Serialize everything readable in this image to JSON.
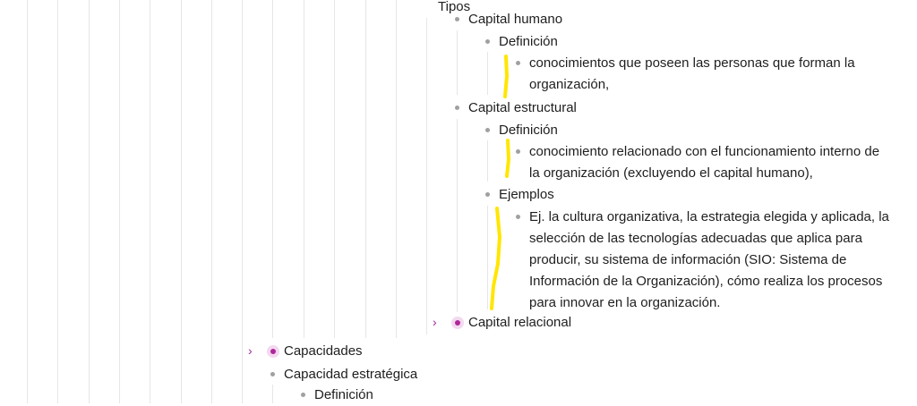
{
  "outline": {
    "tipos": "Tipos",
    "capital_humano": "Capital humano",
    "ch_definicion": "Definición",
    "ch_def_text": [
      "conocimientos que poseen las personas que forman la",
      "organización,"
    ],
    "capital_estructural": "Capital estructural",
    "ce_definicion": "Definición",
    "ce_def_text": [
      "conocimiento relacionado con el funcionamiento interno de",
      "la organización (excluyendo el capital humano),"
    ],
    "ce_ejemplos": "Ejemplos",
    "ce_ej_text": [
      "Ej. la cultura organizativa, la estrategia elegida y aplicada, la",
      "selección de las tecnologías adecuadas que aplica para",
      "producir, su sistema de información (SIO: Sistema de",
      "Información de la Organización), cómo realiza los procesos",
      "para innovar en la organización."
    ],
    "capital_relacional": "Capital relacional",
    "capacidades": "Capacidades",
    "capacidad_estrategica": "Capacidad estratégica",
    "cap_definicion": "Definición"
  },
  "colors": {
    "accent": "#b0279a",
    "highlight": "#ffe600"
  }
}
